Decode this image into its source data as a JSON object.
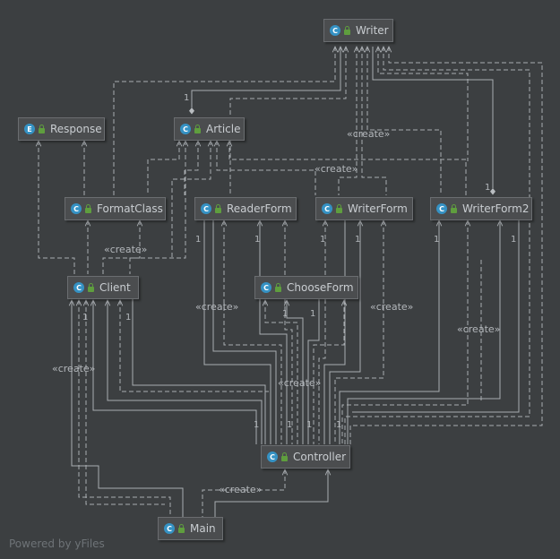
{
  "nodes": {
    "writer": {
      "label": "Writer",
      "kind": "C"
    },
    "article": {
      "label": "Article",
      "kind": "C"
    },
    "response": {
      "label": "Response",
      "kind": "E"
    },
    "formatclass": {
      "label": "FormatClass",
      "kind": "C"
    },
    "readerform": {
      "label": "ReaderForm",
      "kind": "C"
    },
    "writerform": {
      "label": "WriterForm",
      "kind": "C"
    },
    "writerform2": {
      "label": "WriterForm2",
      "kind": "C"
    },
    "client": {
      "label": "Client",
      "kind": "C"
    },
    "chooseform": {
      "label": "ChooseForm",
      "kind": "C"
    },
    "controller": {
      "label": "Controller",
      "kind": "C"
    },
    "main": {
      "label": "Main",
      "kind": "C"
    }
  },
  "stereotype": "«create»",
  "multiplicity": "1",
  "footer": "Powered by yFiles",
  "colors": {
    "background": "#3c3f41",
    "edge": "#a9adb1",
    "class_badge": "#3592c4",
    "lock": "#5f9e3e"
  }
}
